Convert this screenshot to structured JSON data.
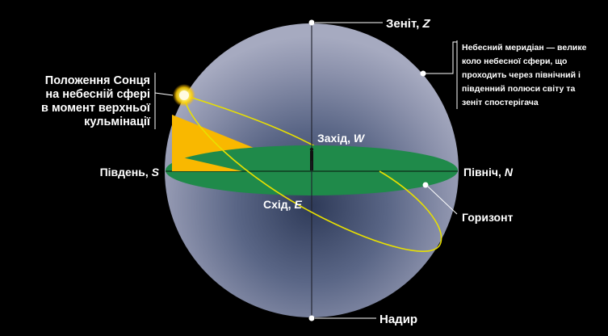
{
  "labels": {
    "zenith_text": "Зеніт, ",
    "zenith_letter": "Z",
    "nadir": "Надир",
    "south_text": "Південь, ",
    "south_letter": "S",
    "north_text": "Північ, ",
    "north_letter": "N",
    "west_text": "Захід, ",
    "west_letter": "W",
    "east_text": "Схід, ",
    "east_letter": "E",
    "horizon": "Горизонт"
  },
  "sun_caption": [
    "Положення Сонця",
    "на небесній сфері",
    "в момент верхньої",
    "кульмінації"
  ],
  "meridian_caption": [
    "Небесний меридіан — велике",
    "коло небесної сфери, що",
    "проходить через північний і",
    "південний полюси світу та",
    "зеніт спостерігача"
  ],
  "colors": {
    "background": "#000000",
    "horizon_plane": "#1f8a4a",
    "sun_triangle": "#f9b800",
    "sun_path": "#e8e000",
    "sphere_edge": "#a0a4ba",
    "sphere_center": "#3a4664"
  },
  "icons": {
    "sun": "sun-icon",
    "observer": "observer-figure-icon"
  }
}
